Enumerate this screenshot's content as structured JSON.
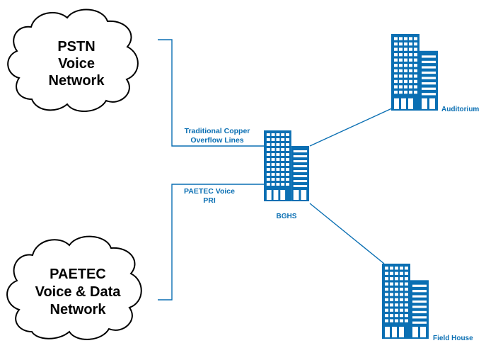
{
  "clouds": {
    "pstn": {
      "lines": [
        "PSTN",
        "Voice",
        "Network"
      ]
    },
    "paetec": {
      "lines": [
        "PAETEC",
        "Voice & Data",
        "Network"
      ]
    }
  },
  "links": {
    "copper": {
      "lines": [
        "Traditional Copper",
        "Overflow Lines"
      ]
    },
    "pri": {
      "lines": [
        "PAETEC Voice",
        "PRI"
      ]
    }
  },
  "buildings": {
    "bghs": {
      "label": "BGHS"
    },
    "auditorium": {
      "label": "Auditorium"
    },
    "field_house": {
      "label": "Field House"
    }
  },
  "colors": {
    "building_fill": "#0a6fb3",
    "line": "#0a6fb3",
    "label": "#0a6fb3",
    "cloud_stroke": "#000000"
  }
}
